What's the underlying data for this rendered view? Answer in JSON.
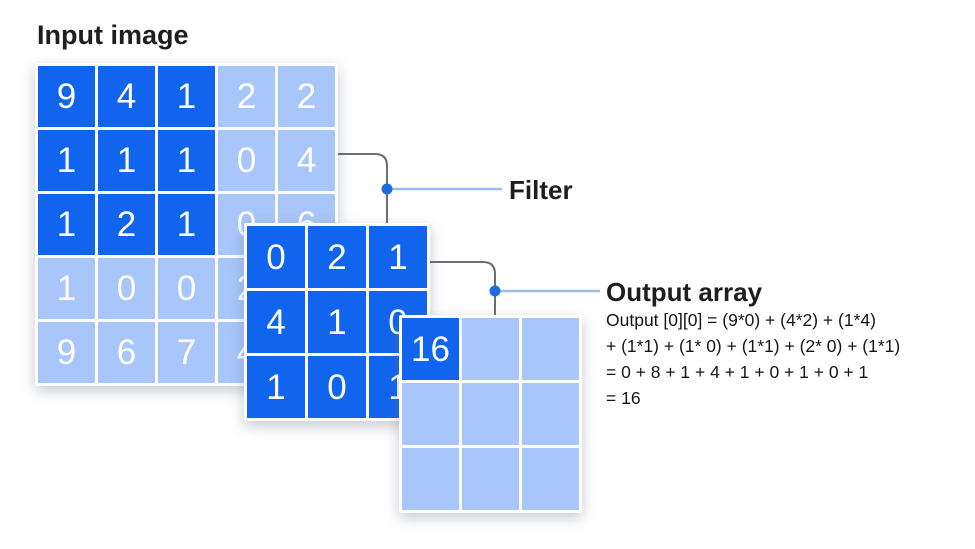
{
  "colors": {
    "dark_blue": "#1164ee",
    "light_blue": "#a8c6fa",
    "gray_line": "#6e6e6e",
    "blue_line": "#9cbef5",
    "dot_blue": "#1e6be0"
  },
  "input_image": {
    "title": "Input image",
    "grid": [
      [
        "9",
        "4",
        "1",
        "2",
        "2"
      ],
      [
        "1",
        "1",
        "1",
        "0",
        "4"
      ],
      [
        "1",
        "2",
        "1",
        "0",
        "6"
      ],
      [
        "1",
        "0",
        "0",
        "2",
        ""
      ],
      [
        "9",
        "6",
        "7",
        "4",
        ""
      ]
    ],
    "highlight": {
      "rows": 3,
      "cols": 3
    }
  },
  "filter": {
    "label": "Filter",
    "all_dark": true,
    "grid": [
      [
        "0",
        "2",
        "1"
      ],
      [
        "4",
        "1",
        "0"
      ],
      [
        "1",
        "0",
        "1"
      ]
    ]
  },
  "output": {
    "label": "Output array",
    "highlight_cell": [
      0,
      0
    ],
    "grid": [
      [
        "16",
        "",
        ""
      ],
      [
        "",
        "",
        ""
      ],
      [
        "",
        "",
        ""
      ]
    ],
    "calc_lines": [
      "Output [0][0] = (9*0) + (4*2) + (1*4)",
      "+ (1*1) + (1* 0) + (1*1) + (2* 0) + (1*1)",
      "= 0 + 8 + 1 + 4 + 1 + 0 + 1 + 0 + 1",
      "= 16"
    ]
  }
}
